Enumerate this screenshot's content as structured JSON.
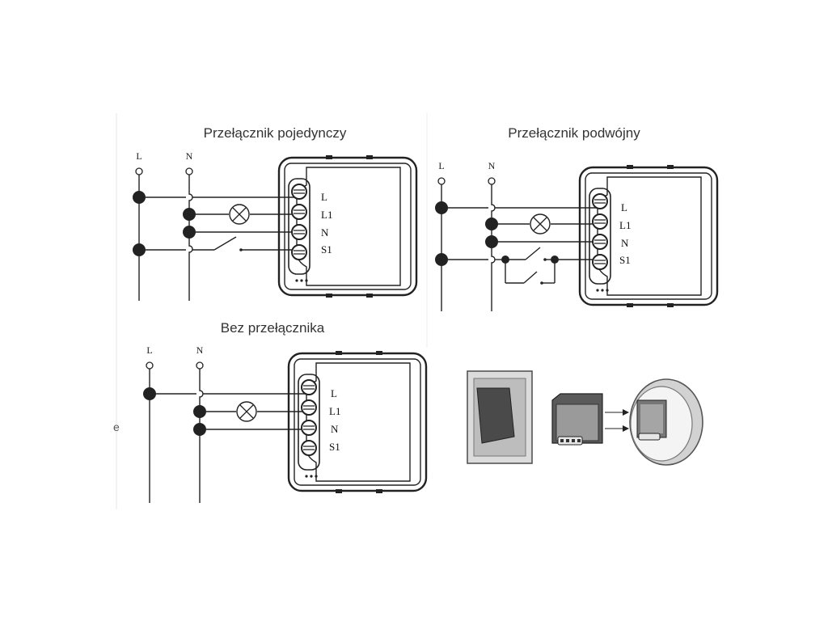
{
  "diagrams": {
    "single": {
      "title": "Przełącznik pojedynczy",
      "line_labels": [
        "L",
        "N"
      ],
      "terminals": [
        "L",
        "L1",
        "N",
        "S1"
      ]
    },
    "double": {
      "title": "Przełącznik podwójny",
      "line_labels": [
        "L",
        "N"
      ],
      "terminals": [
        "L",
        "L1",
        "N",
        "S1"
      ]
    },
    "none": {
      "title": "Bez przełącznika",
      "line_labels": [
        "L",
        "N"
      ],
      "terminals": [
        "L",
        "L1",
        "N",
        "S1"
      ]
    }
  },
  "edge_fragment": "e"
}
